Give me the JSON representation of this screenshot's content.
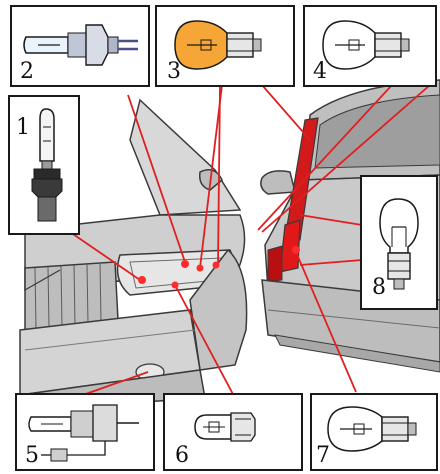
{
  "colors": {
    "leader_line": "#e02020",
    "lamp_spot": "#ff2a2a",
    "amber_bulb": "#f5a636",
    "car_body": "#c9c9c9",
    "car_outline": "#3a3a3a",
    "tail_light": "#e01818"
  },
  "callouts": [
    {
      "label": "1",
      "bulb": "halogen-headlight-bulb-icon"
    },
    {
      "label": "2",
      "bulb": "h7-halogen-bulb-icon"
    },
    {
      "label": "3",
      "bulb": "amber-indicator-bulb-icon"
    },
    {
      "label": "4",
      "bulb": "clear-indicator-bulb-icon"
    },
    {
      "label": "5",
      "bulb": "h1-fog-lamp-bulb-icon"
    },
    {
      "label": "6",
      "bulb": "wedge-side-marker-bulb-icon"
    },
    {
      "label": "7",
      "bulb": "clear-brake-bulb-icon"
    },
    {
      "label": "8",
      "bulb": "small-ball-bulb-icon"
    }
  ]
}
